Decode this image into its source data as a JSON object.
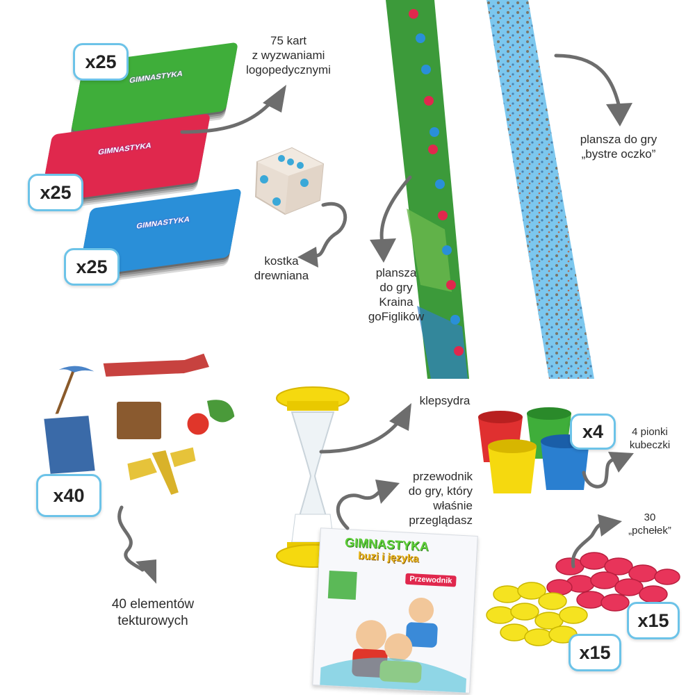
{
  "cards": {
    "badges": [
      "x25",
      "x25",
      "x25"
    ],
    "caption": "75 kart\nz wyzwaniami\nlogopedycznymi",
    "card_logo": "GIMNASTYKA"
  },
  "dice": {
    "caption": "kostka\ndrewniana"
  },
  "board_left": {
    "caption": "plansza\ndo gry\nKraina\ngoFiglików"
  },
  "board_right": {
    "caption": "plansza do gry\n„bystre oczko”"
  },
  "cardboard": {
    "badge": "x40",
    "caption": "40 elementów\ntekturowych"
  },
  "hourglass": {
    "caption": "klepsydra"
  },
  "guide": {
    "caption": "przewodnik\ndo gry, który\nwłaśnie\nprzeglądasz",
    "title_line1": "GIMNASTYKA",
    "title_line2": "buzi i języka",
    "tag": "Przewodnik"
  },
  "cups": {
    "badge": "x4",
    "caption": "4 pionki\nkubeczki"
  },
  "tokens": {
    "caption": "30\n„pchełek”",
    "badge_red": "x15",
    "badge_yellow": "x15"
  },
  "colors": {
    "arrow": "#6d6d6d",
    "badge_border": "#6cc3e8",
    "green": "#3fae3a",
    "red": "#e0284d",
    "blue": "#2a8fd8",
    "yellow": "#f5d90f",
    "board_green": "#3c9a3a",
    "board_blue": "#7cc7ee"
  }
}
